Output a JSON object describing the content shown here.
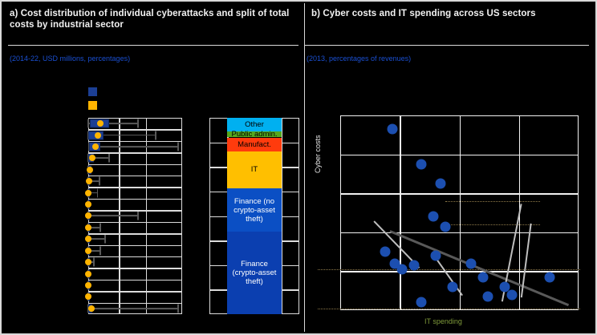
{
  "panel_a": {
    "title": "a) Cost distribution of individual cyberattacks and split of total costs by industrial sector",
    "subtitle": "(2014-22, USD millions, percentages)",
    "legend": [
      {
        "label": "",
        "color": "#1c3f94",
        "name": "box-series"
      },
      {
        "label": "",
        "color": "#ffb400",
        "name": "median-series"
      }
    ],
    "boxplot": {
      "type": "box",
      "xlim": [
        0,
        100
      ],
      "grid": true,
      "rows": [
        {
          "box_low": 2,
          "box_high": 22,
          "median": 13,
          "whisk_low": 0,
          "whisk_high": 53
        },
        {
          "box_low": 0,
          "box_high": 16,
          "median": 10,
          "whisk_low": 0,
          "whisk_high": 72
        },
        {
          "box_low": 1,
          "box_high": 13,
          "median": 8,
          "whisk_low": 1,
          "whisk_high": 96
        },
        {
          "box_low": 0,
          "box_high": 6,
          "median": 4,
          "whisk_low": 0,
          "whisk_high": 22
        },
        {
          "box_low": 0,
          "box_high": 3,
          "median": 2,
          "whisk_low": 0,
          "whisk_high": 3
        },
        {
          "box_low": 0,
          "box_high": 2,
          "median": 1,
          "whisk_low": 0,
          "whisk_high": 12
        },
        {
          "box_low": 0,
          "box_high": 1,
          "median": 0,
          "whisk_low": 0,
          "whisk_high": 10
        },
        {
          "box_low": 0,
          "box_high": 1,
          "median": 0,
          "whisk_low": 0,
          "whisk_high": 1
        },
        {
          "box_low": 0,
          "box_high": 1,
          "median": 0,
          "whisk_low": 0,
          "whisk_high": 53
        },
        {
          "box_low": 0,
          "box_high": 1,
          "median": 0,
          "whisk_low": 0,
          "whisk_high": 13
        },
        {
          "box_low": 0,
          "box_high": 1,
          "median": 0,
          "whisk_low": 0,
          "whisk_high": 18
        },
        {
          "box_low": 0,
          "box_high": 1,
          "median": 0,
          "whisk_low": 0,
          "whisk_high": 13
        },
        {
          "box_low": 0,
          "box_high": 1,
          "median": 0,
          "whisk_low": 0,
          "whisk_high": 6
        },
        {
          "box_low": 0,
          "box_high": 1,
          "median": 0,
          "whisk_low": 0,
          "whisk_high": 1
        },
        {
          "box_low": 0,
          "box_high": 1,
          "median": 0,
          "whisk_low": 0,
          "whisk_high": 1
        },
        {
          "box_low": 0,
          "box_high": 1,
          "median": 0,
          "whisk_low": 0,
          "whisk_high": 1
        },
        {
          "box_low": 0,
          "box_high": 4,
          "median": 3,
          "whisk_low": 0,
          "whisk_high": 96
        }
      ]
    },
    "stacked_bar": {
      "type": "bar",
      "title": "",
      "segments": [
        {
          "label": "Other",
          "value": 7,
          "color": "#00b0f0",
          "text_color": "#000000"
        },
        {
          "label": "Public admin.",
          "value": 3,
          "color": "#55a81e",
          "text_color": "#000000"
        },
        {
          "label": "Manufact.",
          "value": 7,
          "color": "#ff3b0d",
          "text_color": "#000000"
        },
        {
          "label": "IT",
          "value": 19,
          "color": "#ffbf00",
          "text_color": "#000000"
        },
        {
          "label": "Finance (no crypto-asset theft)",
          "value": 22,
          "color": "#0b4fc4",
          "text_color": "#ffffff"
        },
        {
          "label": "Finance (crypto-asset theft)",
          "value": 42,
          "color": "#0b3fb0",
          "text_color": "#ffffff"
        }
      ]
    }
  },
  "panel_b": {
    "title": "b) Cyber costs and IT spending across US sectors",
    "subtitle": "(2013, percentages of revenues)",
    "chart_data": {
      "type": "scatter",
      "title": "",
      "xlabel": "IT spending",
      "ylabel": "Cyber costs",
      "xlim": [
        0,
        100
      ],
      "ylim": [
        0,
        100
      ],
      "grid": true,
      "legend": "",
      "points": [
        {
          "x": 22,
          "y": 93
        },
        {
          "x": 34,
          "y": 75
        },
        {
          "x": 42,
          "y": 65
        },
        {
          "x": 39,
          "y": 48
        },
        {
          "x": 44,
          "y": 43
        },
        {
          "x": 19,
          "y": 30
        },
        {
          "x": 23,
          "y": 24
        },
        {
          "x": 26,
          "y": 21
        },
        {
          "x": 31,
          "y": 23
        },
        {
          "x": 40,
          "y": 28
        },
        {
          "x": 55,
          "y": 24
        },
        {
          "x": 60,
          "y": 17
        },
        {
          "x": 47,
          "y": 12
        },
        {
          "x": 69,
          "y": 12
        },
        {
          "x": 72,
          "y": 8
        },
        {
          "x": 62,
          "y": 7
        },
        {
          "x": 34,
          "y": 4
        },
        {
          "x": 88,
          "y": 17
        }
      ],
      "trendlines": [
        {
          "name": "overall-fit",
          "x1": 21,
          "y1": 41,
          "x2": 96,
          "y2": 3,
          "color": "#595959"
        },
        {
          "name": "segment-1",
          "x1": 14,
          "y1": 46,
          "x2": 33,
          "y2": 22,
          "color": "#bfbfbf"
        },
        {
          "name": "segment-2",
          "x1": 40,
          "y1": 27,
          "x2": 51,
          "y2": 8,
          "color": "#bfbfbf"
        },
        {
          "name": "segment-3",
          "x1": 68,
          "y1": 5,
          "x2": 76,
          "y2": 55,
          "color": "#bfbfbf"
        },
        {
          "name": "segment-4",
          "x1": 76,
          "y1": 7,
          "x2": 80,
          "y2": 45,
          "color": "#bfbfbf"
        }
      ]
    }
  }
}
